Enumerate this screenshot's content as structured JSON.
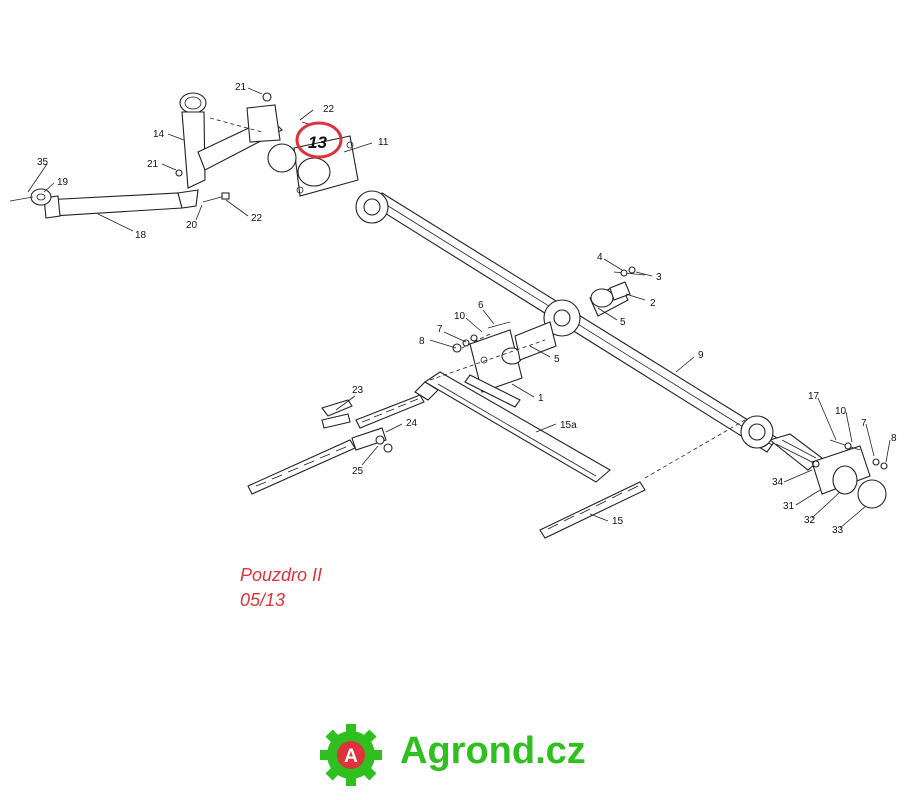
{
  "labels": {
    "l1": "1",
    "l2": "2",
    "l3": "3",
    "l4": "4",
    "l5a": "5",
    "l5b": "5",
    "l6": "6",
    "l7a": "7",
    "l7b": "7",
    "l8a": "8",
    "l8b": "8",
    "l9": "9",
    "l10a": "10",
    "l10b": "10",
    "l11": "11",
    "l13": "13",
    "l14": "14",
    "l15": "15",
    "l15a": "15a",
    "l17": "17",
    "l18": "18",
    "l19": "19",
    "l20": "20",
    "l21a": "21",
    "l21b": "21",
    "l22a": "22",
    "l22b": "22",
    "l23": "23",
    "l24": "24",
    "l25": "25",
    "l31": "31",
    "l32": "32",
    "l33": "33",
    "l34": "34",
    "l35": "35"
  },
  "caption": {
    "line1": "Pouzdro II",
    "line2": "05/13"
  },
  "brand": {
    "text": "Agrond.cz",
    "badge": "A"
  },
  "colors": {
    "highlight": "#e0323a",
    "brand_green": "#2fbf1f",
    "badge_red": "#e0323a"
  },
  "icons": {
    "brand_logo": "gear-icon"
  }
}
